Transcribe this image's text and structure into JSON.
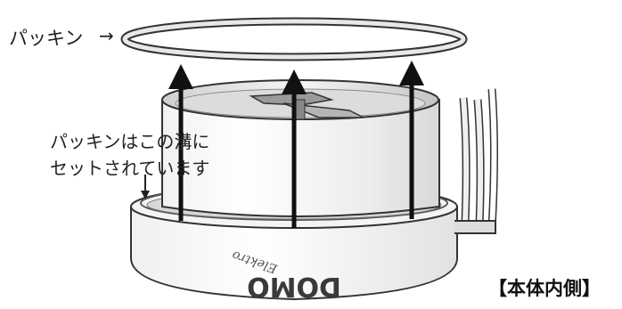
{
  "labels": {
    "gasket": "パッキン",
    "gasket_arrow": "→",
    "groove_note_line1": "パッキンはこの溝に",
    "groove_note_line2": "セットされています",
    "section": "【本体内側】"
  },
  "brand": {
    "logo": "DOMO",
    "sub": "Elektro"
  },
  "colors": {
    "ink": "#222222",
    "gray_light": "#e6e6e6",
    "gray_mid": "#bdbdbd",
    "gray_dark": "#8a8a8a"
  }
}
